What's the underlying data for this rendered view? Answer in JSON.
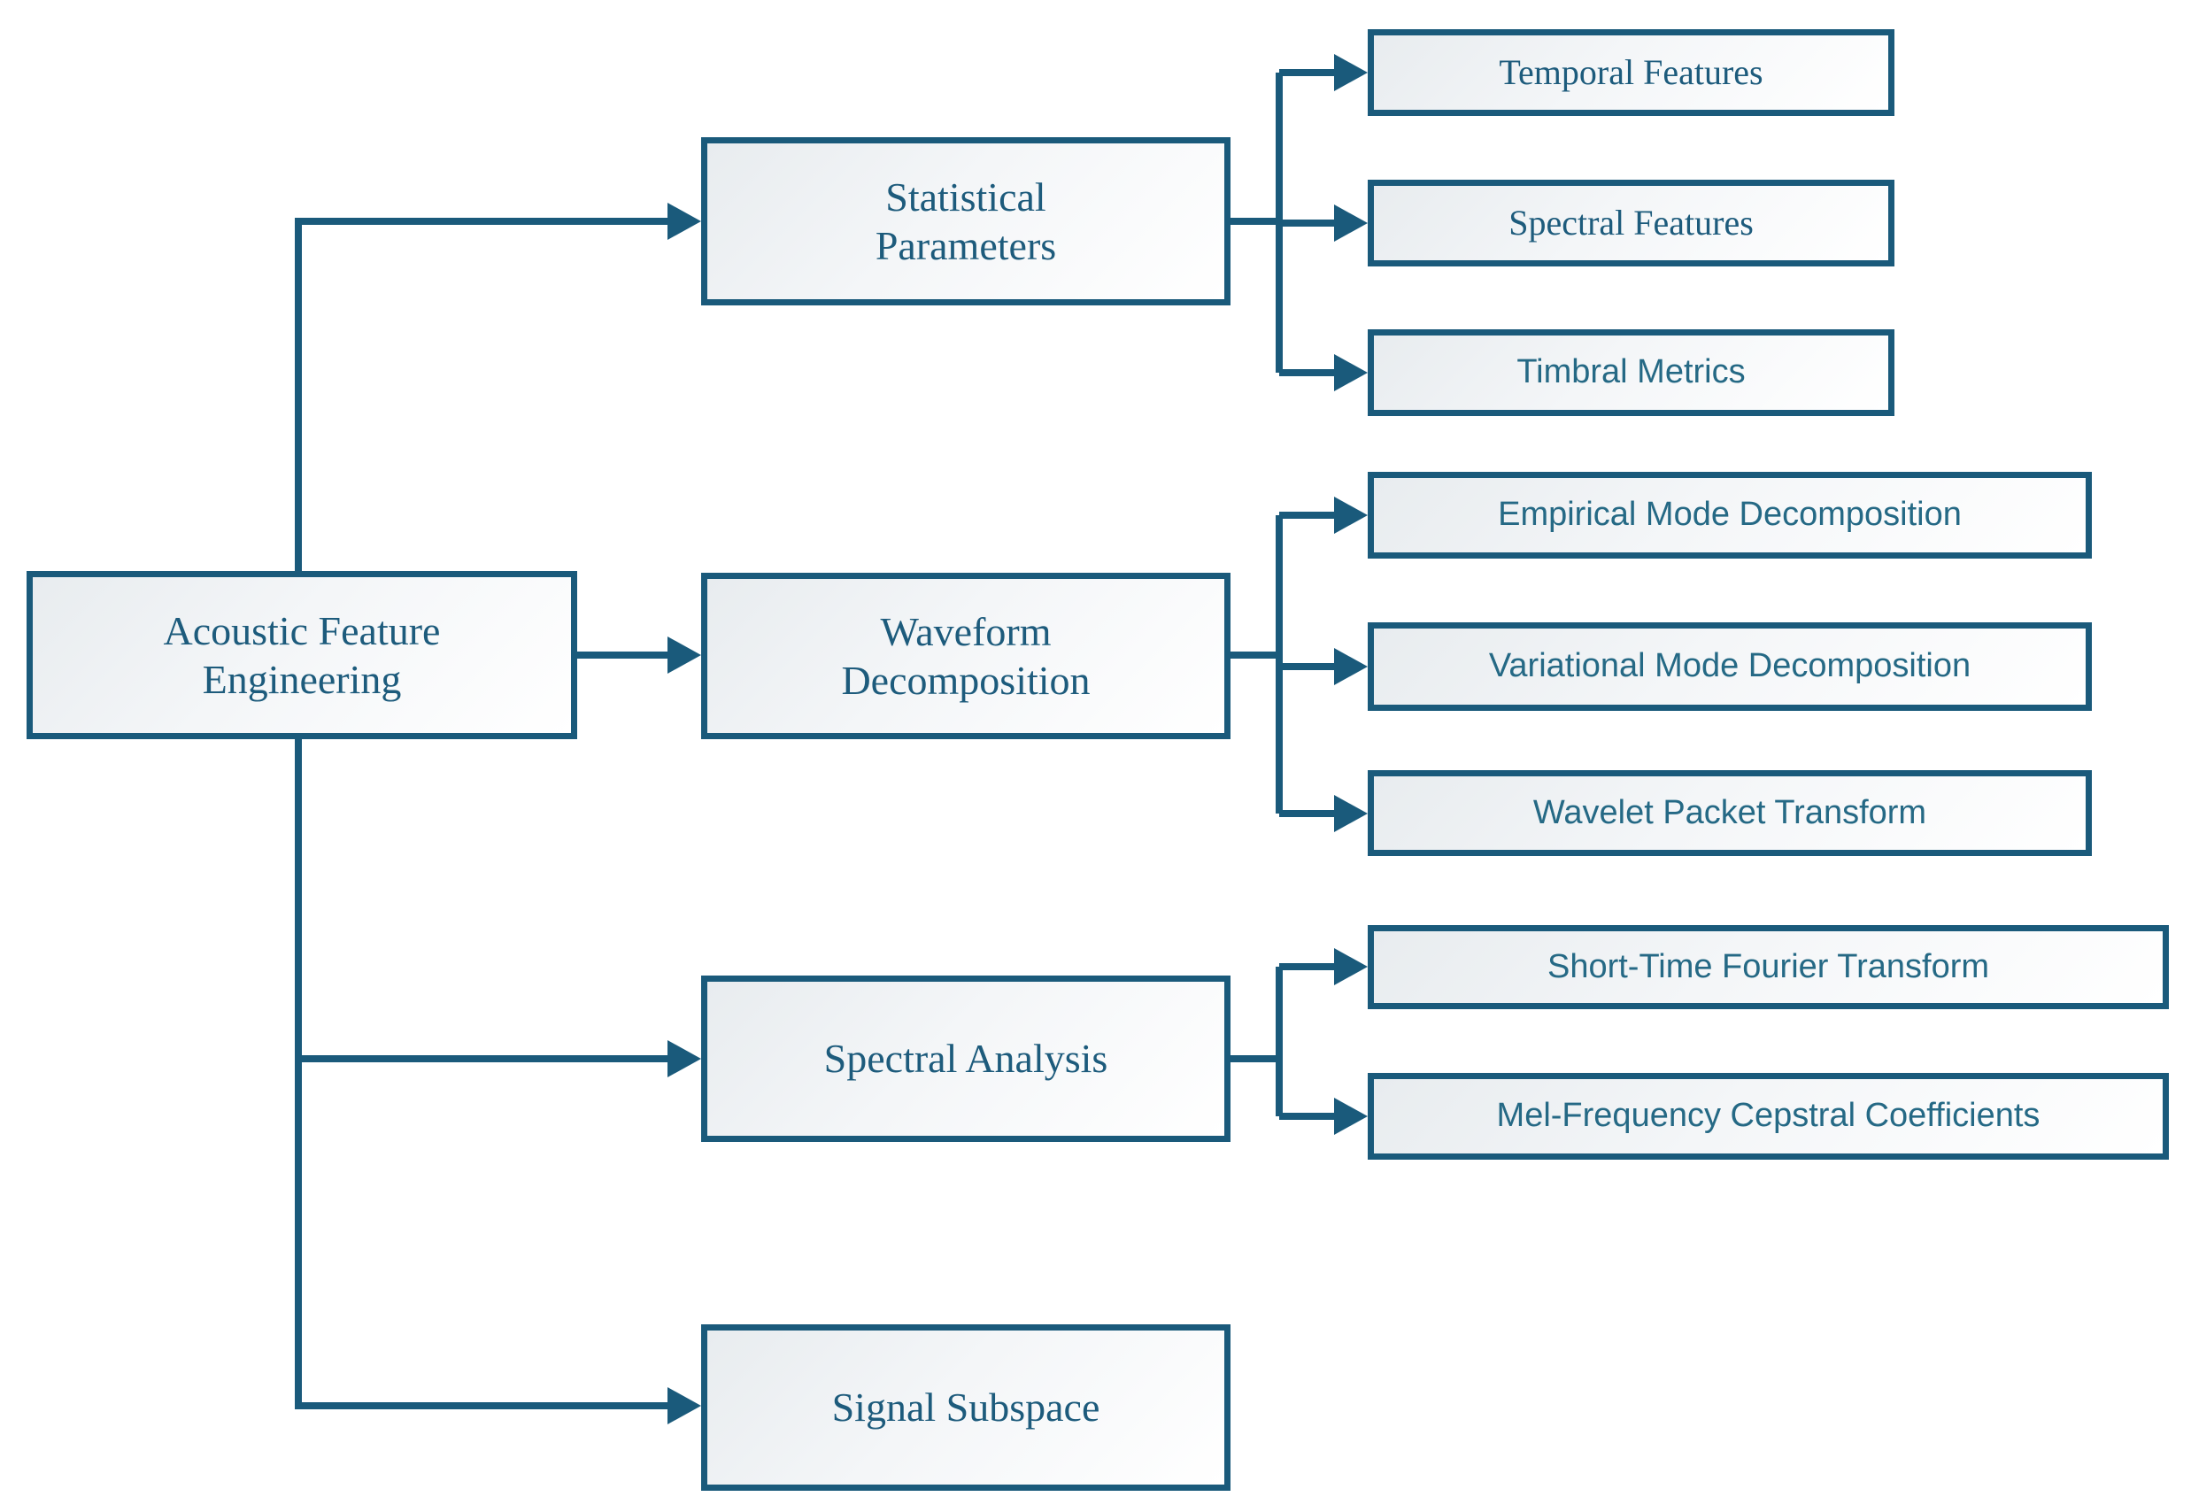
{
  "diagram": {
    "root": {
      "label": "Acoustic Feature Engineering"
    },
    "branches": [
      {
        "label": "Statistical Parameters",
        "children": [
          {
            "label": "Temporal Features"
          },
          {
            "label": "Spectral Features"
          },
          {
            "label": "Timbral Metrics"
          }
        ]
      },
      {
        "label": "Waveform Decomposition",
        "children": [
          {
            "label": "Empirical Mode Decomposition"
          },
          {
            "label": "Variational Mode Decomposition"
          },
          {
            "label": "Wavelet Packet Transform"
          }
        ]
      },
      {
        "label": "Spectral Analysis",
        "children": [
          {
            "label": "Short-Time Fourier Transform"
          },
          {
            "label": "Mel-Frequency Cepstral Coefficients"
          }
        ]
      },
      {
        "label": "Signal Subspace",
        "children": []
      }
    ],
    "colors": {
      "line": "#1a5a7b",
      "serif_text": "#1d5b7c",
      "sans_text": "#256985",
      "box_fill_light": "#e8ecef",
      "box_fill_white": "#ffffff",
      "background": "#ffffff"
    }
  }
}
